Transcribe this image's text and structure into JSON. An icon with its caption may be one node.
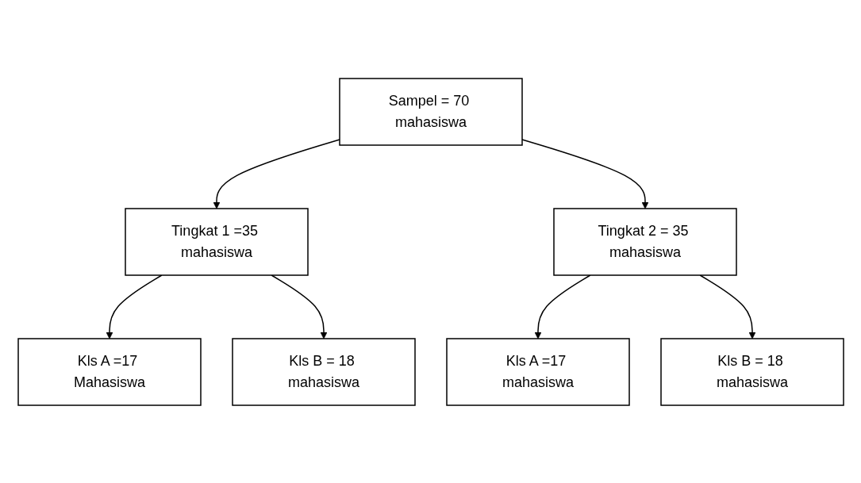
{
  "diagram": {
    "nodes": [
      {
        "text": [
          "Sampel = 70 mahasiswa"
        ]
      },
      {
        "text": [
          "Tingkat 1 =35 mahasiswa"
        ]
      },
      {
        "text": [
          "Tingkat 2 = 35 mahasiswa"
        ]
      },
      {
        "text": [
          "Kls A =17 Mahasiswa"
        ]
      },
      {
        "text": [
          "Kls B = 18 mahasiswa"
        ]
      },
      {
        "text": [
          "Kls A =17 mahasiswa"
        ]
      },
      {
        "text": [
          "Kls B = 18 mahasiswa"
        ]
      }
    ],
    "edges": [
      {
        "from": 0,
        "to": 1,
        "arrow": "to"
      },
      {
        "from": 0,
        "to": 2,
        "arrow": "to"
      },
      {
        "from": 1,
        "to": 3,
        "arrow": "to"
      },
      {
        "from": 1,
        "to": 4,
        "arrow": "to"
      },
      {
        "from": 2,
        "to": 5,
        "arrow": "to"
      },
      {
        "from": 2,
        "to": 6,
        "arrow": "to"
      }
    ]
  }
}
